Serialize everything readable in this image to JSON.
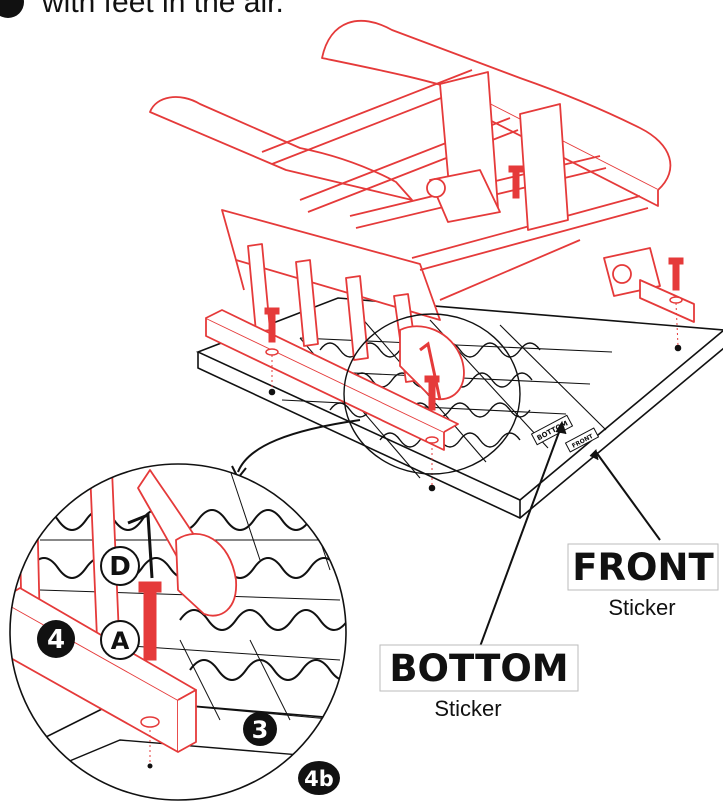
{
  "instruction_fragment": "with feet in the air.",
  "labels": {
    "front": "FRONT",
    "front_caption": "Sticker",
    "bottom": "BOTTOM",
    "bottom_caption": "Sticker",
    "sticker_small_bottom": "BOTTOM",
    "sticker_small_front": "FRONT"
  },
  "callouts": {
    "part_d": "D",
    "part_a": "A",
    "step_4": "4",
    "step_3": "3",
    "step_4b": "4b"
  },
  "colors": {
    "frame_red": "#e53a3a",
    "ink": "#111111",
    "paper": "#ffffff",
    "label_border": "#bbbbbb"
  }
}
